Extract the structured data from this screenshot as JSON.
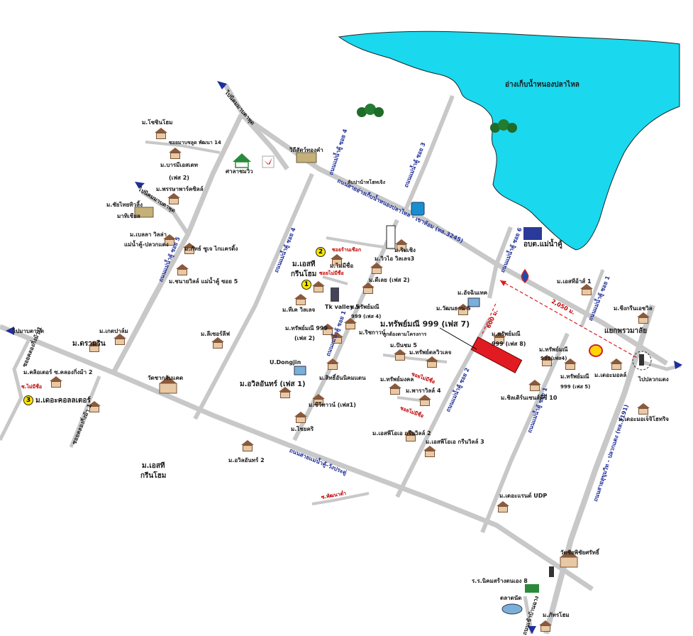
{
  "title": "ม.ทรัพย์มณี 999 (เฟส 7)",
  "subtitle": "ถูกต้องตามโครงการ",
  "reservoir": "อ่างเก็บน้ำหนองปลาไหล",
  "roads": {
    "nong_pla_lai": "ถนนสายอ่างเก็บน้ำหนองปลาไหล - เขาห้อม (ทล.3245)",
    "sukhumvit": "ถนนสายสุขุมวิท - ปลวกแดง (ทล.3191)",
    "mae_nam_ku_wang_prachu": "ถนนสายแม่น้ำคู้-วังประดู่",
    "soi_1": "ถนนแม่น้ำคู้ ซอย 1",
    "soi_2": "ถนนแม่น้ำคู้ ซอย 2",
    "soi_3": "ถนนแม่น้ำคู้ ซอย 3",
    "soi_4a": "ถนนแม่น้ำคู้ ซอย 4",
    "soi_4b": "ถนนแม่น้ำคู้ ซอย 4",
    "soi_5": "ถนนแม่น้ำคู้ ซอย 5",
    "soi_6": "ถนนแม่น้ำคู้ ซอย 6",
    "klong_muang": "ซอยคลองกิ่งม้า 1",
    "banchang": "ถนนเข้าบ้านฉาง"
  },
  "directions": {
    "to_huay_pong": "ไปนิคมมาบตาพุด",
    "to_nikom": "ไปนิคมมาบตาพุด",
    "to_map_ta_phut": "ไปมาบตาพุด",
    "to_pluak_daeng": "ไปปลวกแดง"
  },
  "distances": {
    "d1": "2,050 ม.",
    "d2": "600 ม."
  },
  "places": [
    {
      "name": "ม.โชชินโฮม"
    },
    {
      "name": "ซอยมาบชลูด พัฒนา 14"
    },
    {
      "name": "ม.บารมีเอสเตท"
    },
    {
      "name": "(เฟส 2)"
    },
    {
      "name": "ศาลาชมวิว"
    },
    {
      "name": "ม.พรรษาพาร์คซิลล์"
    },
    {
      "name": "ม.ชัยไทยทิวลิ้ง"
    },
    {
      "name": "มาทิเชียล"
    },
    {
      "name": "ม.เบลลา วิลล่า"
    },
    {
      "name": "แม่น้ำคู้-ปลวกแดง"
    },
    {
      "name": "ม.ภัทธ์ ซูเจ ไกเเครดิ้ง"
    },
    {
      "name": "ม.ชนายวิลล์ แม่น้ำคู้ ซอย 5"
    },
    {
      "name": "วิถีสัตว์ทองคำ"
    },
    {
      "name": "ม.เอสที"
    },
    {
      "name": "กรีนโฮม"
    },
    {
      "name": "ม.ไม่มีชื่อ"
    },
    {
      "name": "ซอยร้านเชือก"
    },
    {
      "name": "ม.วิวไอ วิลเลจ3"
    },
    {
      "name": "ม.ริมเชิง"
    },
    {
      "name": "ม.ดีเลย (เฟส 2)"
    },
    {
      "name": "ม.ทีเค วิลเลจ"
    },
    {
      "name": "Tk valley 5"
    },
    {
      "name": "ม.ทรัพย์มณี"
    },
    {
      "name": "999 (เฟส 4)"
    },
    {
      "name": "ม.ทรัพย์มณี 999"
    },
    {
      "name": "(เฟส 2)"
    },
    {
      "name": "ม.ริชกาวน์"
    },
    {
      "name": "ม.อัจฉินเทค"
    },
    {
      "name": "ม.วัฒนธาน 5"
    },
    {
      "name": "ม.ทรัพย์มณี"
    },
    {
      "name": "999 (เฟส 8)"
    },
    {
      "name": "ม.ปันชม 5"
    },
    {
      "name": "ม.ทรัพย์ดลวิวเลจ"
    },
    {
      "name": "ม.ทรัพย์มงคล"
    },
    {
      "name": "ม.พาราวิลล์ 4"
    },
    {
      "name": "ม.สิทธิ์อันนิคมแดน"
    },
    {
      "name": "ม.ชีวีทาวน์ (เฟส1)"
    },
    {
      "name": "ม.ไชยคริ"
    },
    {
      "name": "ม.อวิลอันทร์ (เฟส 1)"
    },
    {
      "name": "U.Dongjin"
    },
    {
      "name": "ม.เอสที"
    },
    {
      "name": "กรีนโฮม"
    },
    {
      "name": "ม.เอสพีโอเอ กรีนวิลล์ 2"
    },
    {
      "name": "ม.เอสพีโอเอ กรีนวิลล์ 3"
    },
    {
      "name": "ม.อวิลอันทร์ 2"
    },
    {
      "name": "ม.ลีเซอร์ลีฟ"
    },
    {
      "name": "ม.เกตปาล์ม"
    },
    {
      "name": "ม.ดรามริน"
    },
    {
      "name": "ม.คลิอเตอร์ ซ.คลองกิ่งม้า 2"
    },
    {
      "name": "ม.เดอะคอลลเตอร์"
    },
    {
      "name": "ซ.ไม่มีชื่อ"
    },
    {
      "name": "วัดชากลับแคด"
    },
    {
      "name": "ม.เอสที"
    },
    {
      "name": "กรีนโฮม"
    },
    {
      "name": "ม.เอสทีอ้าส์ 1"
    },
    {
      "name": "อบต.แม่น้ำคู้"
    },
    {
      "name": "ม.ทรัพย์มณี"
    },
    {
      "name": "999(เฟส4)"
    },
    {
      "name": "ม.ทรัพย์มณี"
    },
    {
      "name": "999 (เฟส 5)"
    },
    {
      "name": "ม.ชีงกรีนเอชวิล"
    },
    {
      "name": "แยกพรวมาลัย"
    },
    {
      "name": "ม.เดอะมอลล์"
    },
    {
      "name": "ม.ชิลเดิร์นเซนส์ตีซี่ 10"
    },
    {
      "name": "ม.เดอะแรนด์ UDP"
    },
    {
      "name": "ม.เดอะมอเจ็จิโฮทริจ"
    },
    {
      "name": "วัดชัยพิชัยศรัทธิ์"
    },
    {
      "name": "ร.ร.นิคมสร้างตนเอง 8"
    },
    {
      "name": "ตลาดนัด"
    },
    {
      "name": "ม.ภัทรโฮม"
    },
    {
      "name": "ซ.พัฒนาต่ำ"
    },
    {
      "name": "ซอยไม่มีชื่อ"
    },
    {
      "name": "ซอยไม่มีชื่อ"
    },
    {
      "name": "ซอยไม่มีชื่อ"
    },
    {
      "name": "ลับปาน้าทโฮทเจิง"
    }
  ],
  "markers": [
    "1",
    "2",
    "3"
  ],
  "colors": {
    "water": "#1ad8ee",
    "road": "#c8c8c8",
    "road_label": "#1f2f9a",
    "site": "#e11b22",
    "direction_arrow": "#e11b22"
  }
}
